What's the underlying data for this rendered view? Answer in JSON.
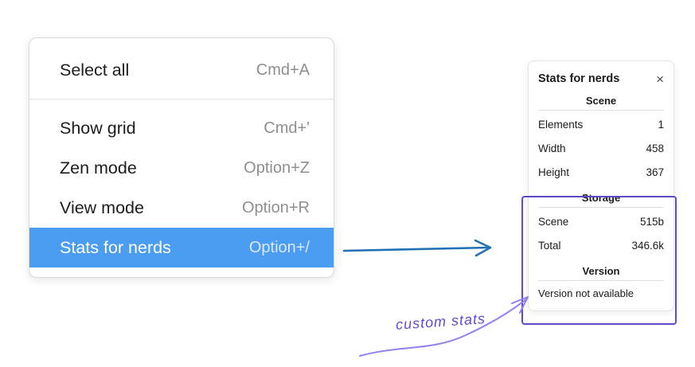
{
  "colors": {
    "menu_highlight": "#4b9df2",
    "arrow_blue": "#2270b5",
    "annotation_purple": "#5b4bc4",
    "annotation_text_purple": "#6448cf"
  },
  "context_menu": {
    "items": [
      {
        "label": "Select all",
        "shortcut": "Cmd+A"
      },
      {
        "label": "Show grid",
        "shortcut": "Cmd+'"
      },
      {
        "label": "Zen mode",
        "shortcut": "Option+Z"
      },
      {
        "label": "View mode",
        "shortcut": "Option+R"
      },
      {
        "label": "Stats for nerds",
        "shortcut": "Option+/",
        "selected": true
      }
    ]
  },
  "stats_panel": {
    "title": "Stats for nerds",
    "close_label": "×",
    "sections": [
      {
        "heading": "Scene",
        "rows": [
          {
            "label": "Elements",
            "value": "1"
          },
          {
            "label": "Width",
            "value": "458"
          },
          {
            "label": "Height",
            "value": "367"
          }
        ]
      },
      {
        "heading": "Storage",
        "rows": [
          {
            "label": "Scene",
            "value": "515b"
          },
          {
            "label": "Total",
            "value": "346.6k"
          }
        ]
      },
      {
        "heading": "Version",
        "note": "Version not available"
      }
    ]
  },
  "annotation": {
    "label": "custom stats"
  }
}
